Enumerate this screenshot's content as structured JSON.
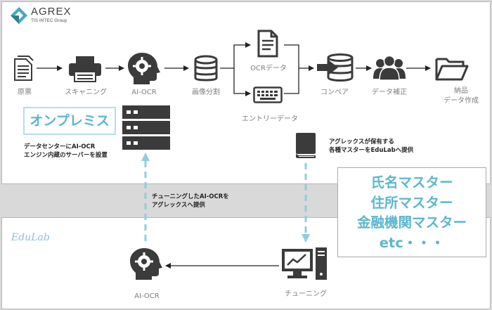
{
  "brand": {
    "name": "AGREX",
    "subtitle": "TIS INTEC Group",
    "partner": "EduLab"
  },
  "flow": {
    "source_doc": "原票",
    "scanning": "スキャニング",
    "ai_ocr_top": "AI-OCR",
    "image_split": "画像分割",
    "ocr_data": "OCRデータ",
    "entry_data": "エントリーデータ",
    "compare": "コンペア",
    "data_correction": "データ補正",
    "delivery_line1": "納品",
    "delivery_line2": "データ作成"
  },
  "onpremise": {
    "label": "オンプレミス",
    "note_line1": "データセンターにAI-OCR",
    "note_line2": "エンジン内蔵のサーバーを設置"
  },
  "masters_note": {
    "line1": "アグレックスが保有する",
    "line2": "各種マスターをEduLabへ提供"
  },
  "tuning_note": {
    "line1": "チューニングしたAI-OCRを",
    "line2": "アグレックスへ提供"
  },
  "masters_box": [
    "氏名マスター",
    "住所マスター",
    "金融機関マスター",
    "etc・・・"
  ],
  "bottom": {
    "ai_ocr": "AI-OCR",
    "tuning": "チューニング"
  },
  "colors": {
    "icon": "#3b3b3b",
    "accent": "#5bb7d0",
    "label": "#7f7f7f",
    "arrow": "#222222",
    "dashed": "#8fcde0"
  }
}
